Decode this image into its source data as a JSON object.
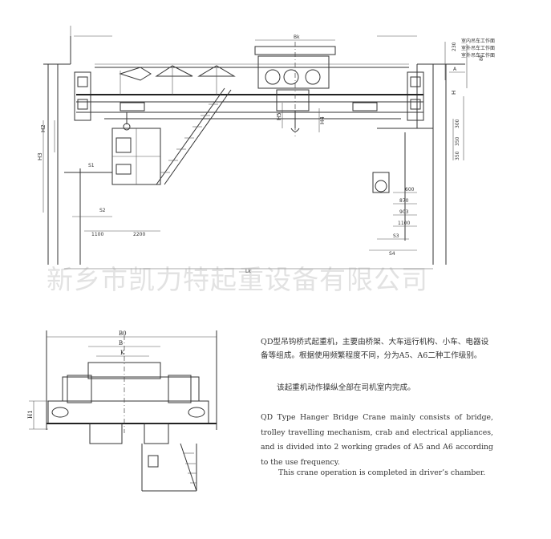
{
  "watermark": "新乡市凯力特起重设备有限公司",
  "description": {
    "cn_para1": "QD型吊钩桥式起重机，主要由桥架、大车运行机构、小车、电器设备等组成。根据使用频繁程度不同，分为A5、A6二种工作级别。",
    "cn_para2": "该起重机动作操纵全部在司机室内完成。",
    "en_para1": "QD Type Hanger Bridge Crane mainly consists of bridge, trolley travelling mechanism, crab and electrical appliances, and is divided into 2 working grades of A5 and A6 according to the use frequency.",
    "en_para2": "This crane operation is completed in driver’s chamber."
  },
  "front_view": {
    "dims": {
      "bk": "Bk",
      "h2": "H2",
      "h3": "H3",
      "h4": "H4",
      "h5": "H5",
      "h": "H",
      "s1": "S1",
      "s2": "S2",
      "s3": "S3",
      "s4": "S4",
      "lk": "Lk",
      "a": "A",
      "d1100a": "1100",
      "d2200": "2200",
      "d600": "600",
      "d870": "870",
      "d903": "903",
      "d1100b": "1100",
      "d300": "300",
      "d350a": "350",
      "d350b": "350",
      "d230": "230",
      "d80": "80"
    },
    "notes": [
      "室内吊车工作面",
      "室外吊车工作面",
      "室外吊车工作面"
    ]
  },
  "side_view": {
    "dims": {
      "b0": "B0",
      "b": "B",
      "k": "K",
      "h1": "H1"
    }
  }
}
